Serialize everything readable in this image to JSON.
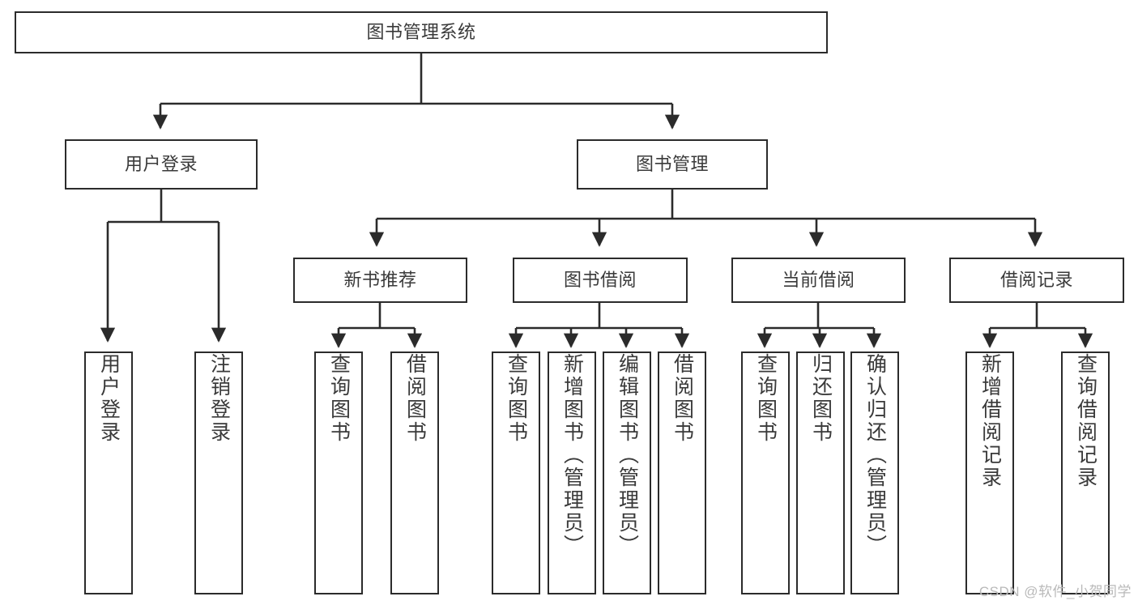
{
  "diagram": {
    "title_label": "图书管理系统",
    "style": {
      "background": "#ffffff",
      "stroke": "#2b2b2b",
      "text": "#3a3a3a",
      "watermark": "#b9b9b9"
    },
    "root": {
      "label": "图书管理系统"
    },
    "level2": [
      {
        "label": "用户登录"
      },
      {
        "label": "图书管理"
      }
    ],
    "level3": [
      {
        "label": "新书推荐"
      },
      {
        "label": "图书借阅"
      },
      {
        "label": "当前借阅"
      },
      {
        "label": "借阅记录"
      }
    ],
    "leaves": {
      "user_login": [
        {
          "label": "用户登录"
        },
        {
          "label": "注销登录"
        }
      ],
      "new_book_recommend": [
        {
          "label": "查询图书"
        },
        {
          "label": "借阅图书"
        }
      ],
      "book_borrow": [
        {
          "label": "查询图书"
        },
        {
          "label": "新增图书（管理员）"
        },
        {
          "label": "编辑图书（管理员）"
        },
        {
          "label": "借阅图书"
        }
      ],
      "current_borrow": [
        {
          "label": "查询图书"
        },
        {
          "label": "归还图书"
        },
        {
          "label": "确认归还（管理员）"
        }
      ],
      "borrow_records": [
        {
          "label": "新增借阅记录"
        },
        {
          "label": "查询借阅记录"
        }
      ]
    },
    "watermark_text": "CSDN @软件_小贺同学"
  }
}
